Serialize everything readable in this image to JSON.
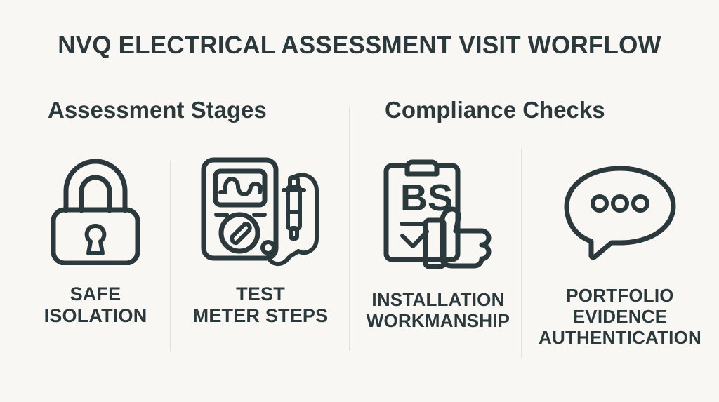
{
  "page": {
    "background_color": "#f8f7f3",
    "text_color": "#2c393c",
    "divider_color": "#e2e1dc"
  },
  "title": "NVQ ELECTRICAL ASSESSMENT VISIT WORFLOW",
  "sections": [
    {
      "heading": "Assessment Stages"
    },
    {
      "heading": "Compliance Checks"
    }
  ],
  "columns": [
    {
      "icon": "padlock-icon",
      "label_lines": [
        "SAFE",
        "ISOLATION"
      ],
      "line1": "SAFE",
      "line2": "ISOLATION",
      "line3": ""
    },
    {
      "icon": "multimeter-icon",
      "label_lines": [
        "TEST",
        "METER STEPS"
      ],
      "line1": "TEST",
      "line2": "METER STEPS",
      "line3": ""
    },
    {
      "icon": "clipboard-thumbs-up-icon",
      "label_lines": [
        "INSTALLATION",
        "WORKMANSHIP"
      ],
      "line1": "INSTALLATION",
      "line2": "WORKMANSHIP",
      "line3": "",
      "clipboard_text": "BS"
    },
    {
      "icon": "speech-bubble-icon",
      "label_lines": [
        "PORTFOLIO",
        "EVIDENCE",
        "AUTHENTICATION"
      ],
      "line1": "PORTFOLIO",
      "line2": "EVIDENCE",
      "line3": "AUTHENTICATION"
    }
  ]
}
